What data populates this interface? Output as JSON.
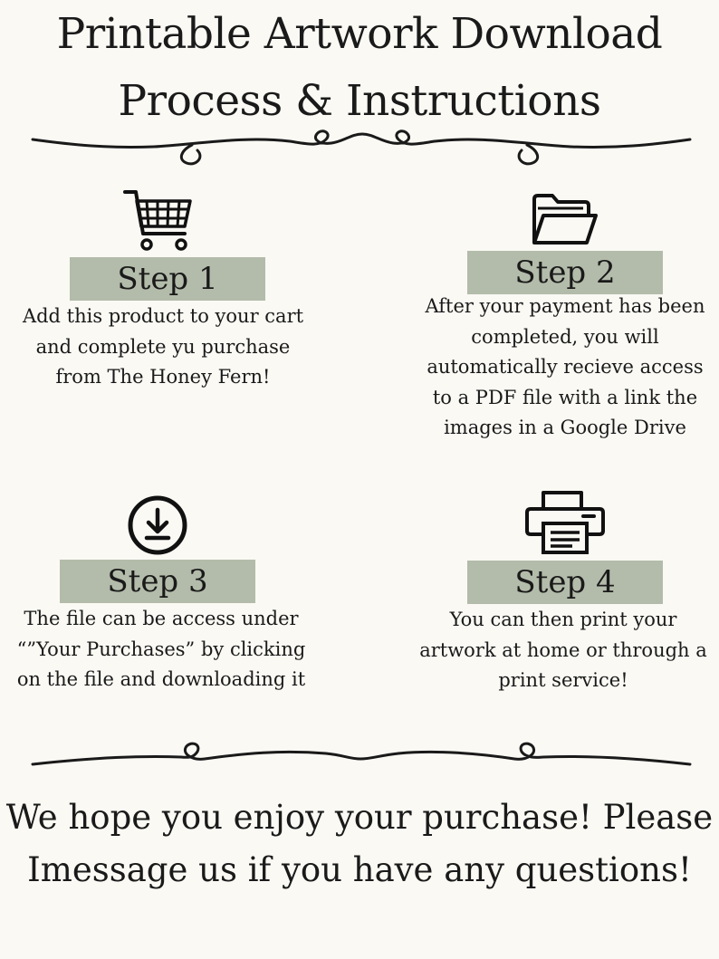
{
  "header": {
    "title_line1": "Printable Artwork Download",
    "title_line2": "Process & Instructions"
  },
  "steps": [
    {
      "icon": "shopping-cart-icon",
      "label": "Step 1",
      "lines": [
        "Add this product to your cart",
        "and complete yu purchase",
        "from The Honey Fern!"
      ]
    },
    {
      "icon": "folder-icon",
      "label": "Step 2",
      "lines": [
        "After your payment has been",
        "completed, you will",
        "automatically recieve access",
        "to a PDF file with a link the",
        "images in a Google Drive"
      ]
    },
    {
      "icon": "download-icon",
      "label": "Step 3",
      "lines": [
        "The file can be access under",
        "“”Your Purchases” by clicking",
        "on the file and downloading it"
      ]
    },
    {
      "icon": "printer-icon",
      "label": "Step 4",
      "lines": [
        "You can then print your",
        "artwork at home or through a",
        "print service!"
      ]
    }
  ],
  "closing": {
    "line1": "We hope you enjoy your purchase! Please",
    "line2": "Imessage us if you have any questions!"
  },
  "colors": {
    "background": "#faf9f4",
    "label_fill": "#b3bcaa",
    "ink": "#1a1a1a"
  }
}
